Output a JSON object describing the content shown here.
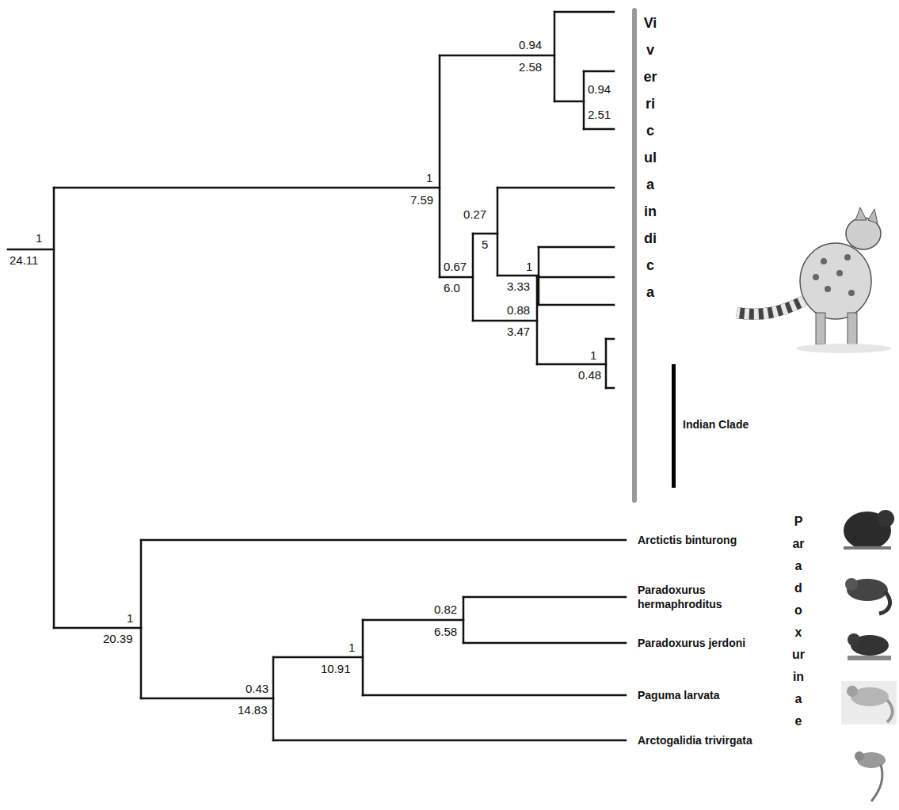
{
  "diagram": {
    "labels": [
      "0.94",
      "2.58",
      "0.94",
      "2.51",
      "1",
      "7.59",
      "0.27",
      "5",
      "1",
      "3.33",
      "0.67",
      "6.0",
      "0.88",
      "3.47",
      "1",
      "0.48",
      "1",
      "24.11",
      "Viverricula indica",
      "Indian Clade",
      "Arctictis binturong",
      "Paradoxurus hermaphroditus",
      "Paradoxurus jerdoni",
      "Paguma larvata",
      "Arctogalidia trivirgata",
      "Paradoxurinae",
      "1",
      "20.39",
      "0.82",
      "6.58",
      "1",
      "10.91",
      "0.43",
      "14.83"
    ]
  }
}
